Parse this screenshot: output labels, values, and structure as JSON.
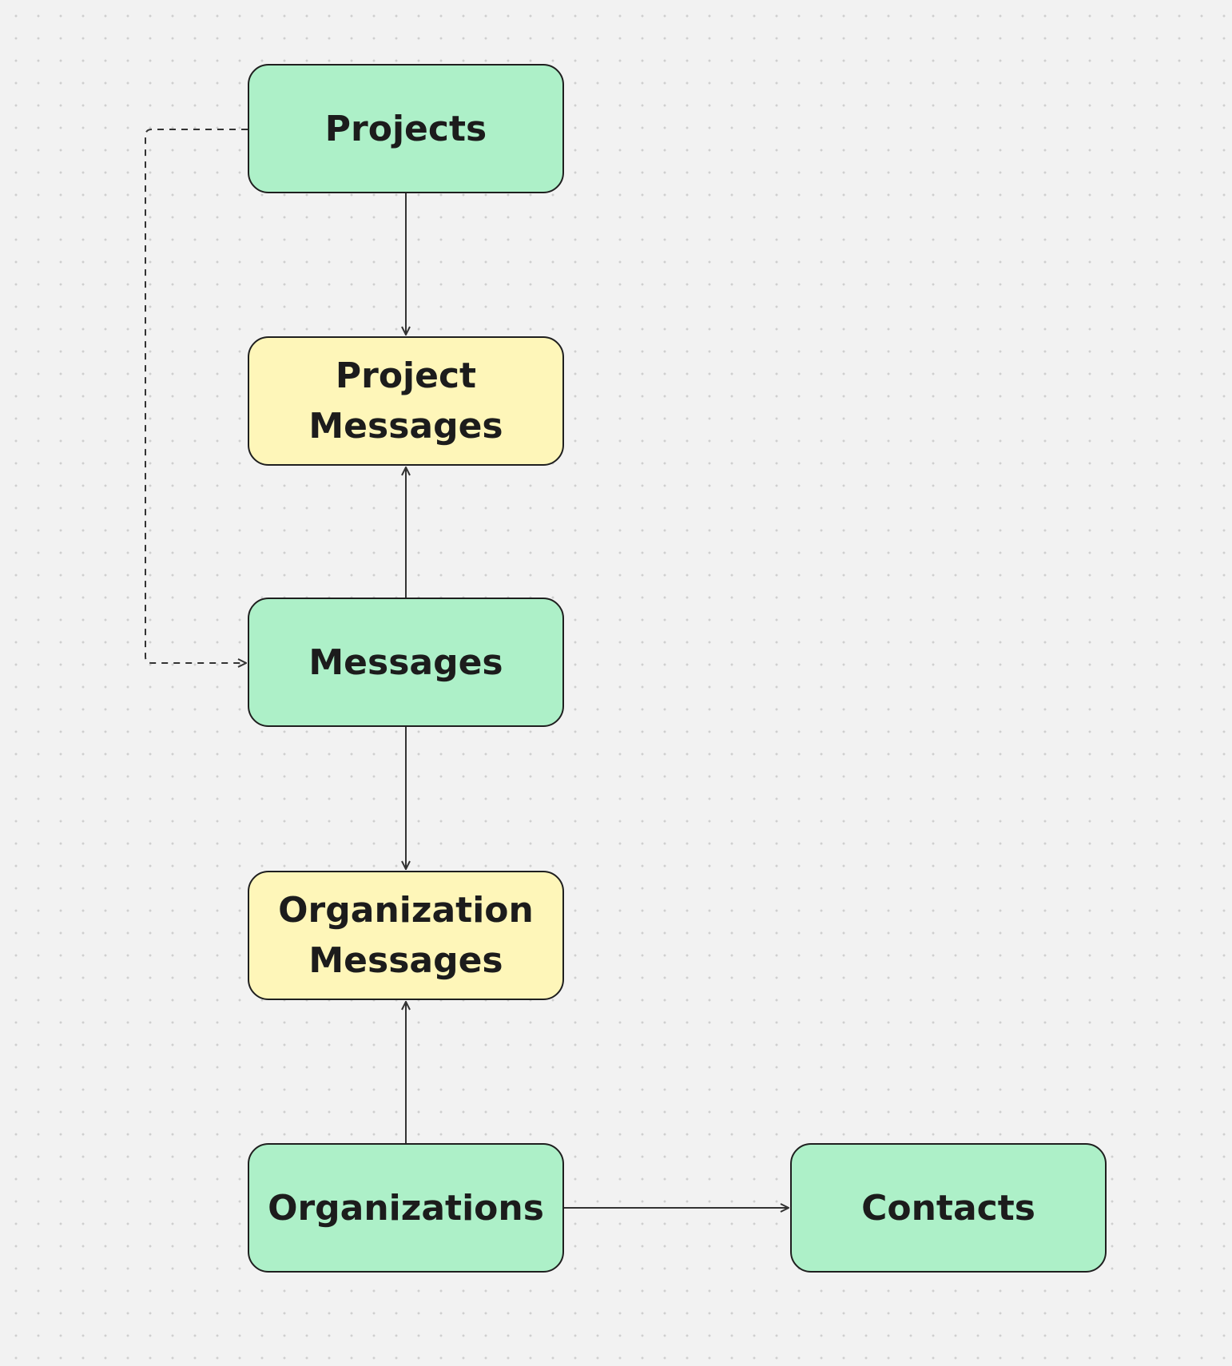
{
  "diagram": {
    "nodes": [
      {
        "id": "projects",
        "label": "Projects",
        "color": "#adf0c8"
      },
      {
        "id": "project_messages",
        "label": "Project\nMessages",
        "color": "#fef6b9"
      },
      {
        "id": "messages",
        "label": "Messages",
        "color": "#adf0c8"
      },
      {
        "id": "organization_messages",
        "label": "Organization\nMessages",
        "color": "#fef6b9"
      },
      {
        "id": "organizations",
        "label": "Organizations",
        "color": "#adf0c8"
      },
      {
        "id": "contacts",
        "label": "Contacts",
        "color": "#adf0c8"
      }
    ],
    "edges": [
      {
        "from": "projects",
        "to": "project_messages",
        "style": "solid"
      },
      {
        "from": "messages",
        "to": "project_messages",
        "style": "solid"
      },
      {
        "from": "projects",
        "to": "messages",
        "style": "dashed"
      },
      {
        "from": "messages",
        "to": "organization_messages",
        "style": "solid"
      },
      {
        "from": "organizations",
        "to": "organization_messages",
        "style": "solid"
      },
      {
        "from": "organizations",
        "to": "contacts",
        "style": "solid"
      }
    ],
    "colors": {
      "entity": "#adf0c8",
      "junction": "#fef6b9",
      "stroke": "#1f1f1f",
      "background": "#f2f2f2"
    }
  },
  "labels": {
    "projects": "Projects",
    "project_messages": "Project\nMessages",
    "messages": "Messages",
    "organization_messages": "Organization\nMessages",
    "organizations": "Organizations",
    "contacts": "Contacts"
  }
}
